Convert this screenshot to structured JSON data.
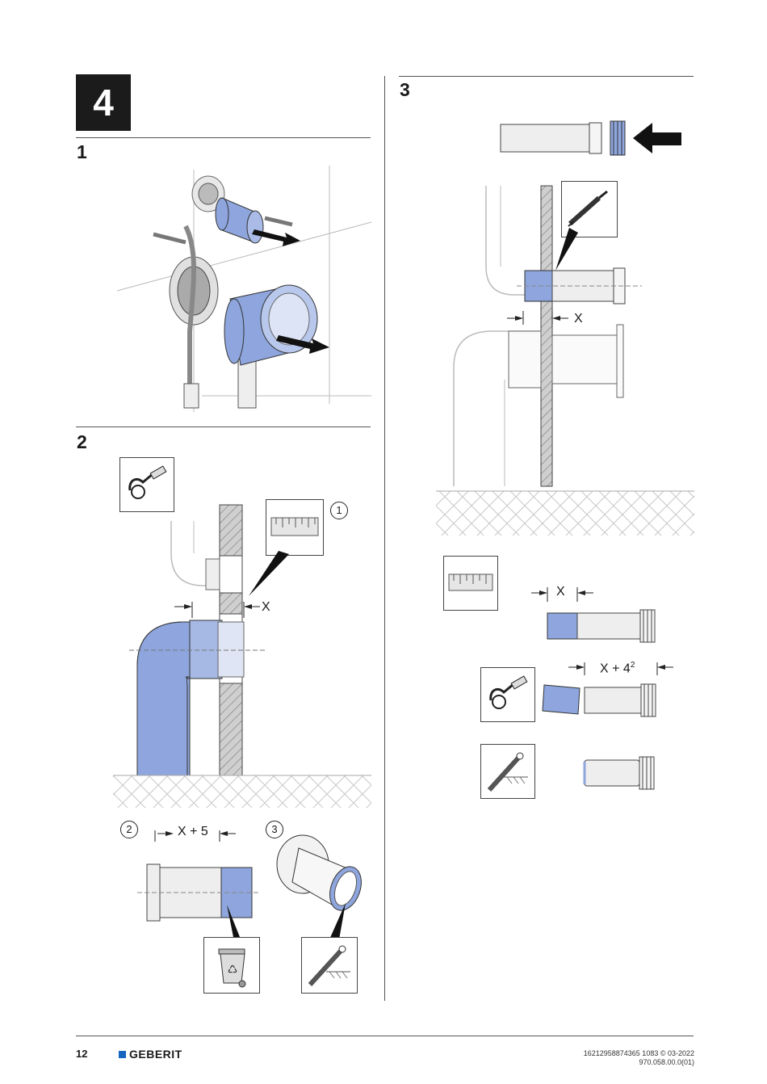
{
  "page": {
    "step_box": "4",
    "page_number": "12",
    "brand": "GEBERIT",
    "footer_line1": "16212958874365 1083 © 03-2022",
    "footer_line2": "970.058.00.0(01)"
  },
  "steps": [
    {
      "num": "1"
    },
    {
      "num": "2"
    },
    {
      "num": "3"
    }
  ],
  "labels": {
    "x": "X",
    "x_plus_5": "X + 5",
    "x_plus_4": "X + 4",
    "sup2": "2",
    "circ1": "1",
    "circ2": "2",
    "circ3": "3"
  },
  "colors": {
    "accent_blue": "#8ea6dd",
    "brand_blue": "#1565c0",
    "hatch_grey": "#cfcfcf"
  },
  "icons": [
    "pipe-cutter-icon",
    "ruler-icon",
    "recycle-bin-icon",
    "deburring-tool-icon",
    "arrow-icon"
  ]
}
